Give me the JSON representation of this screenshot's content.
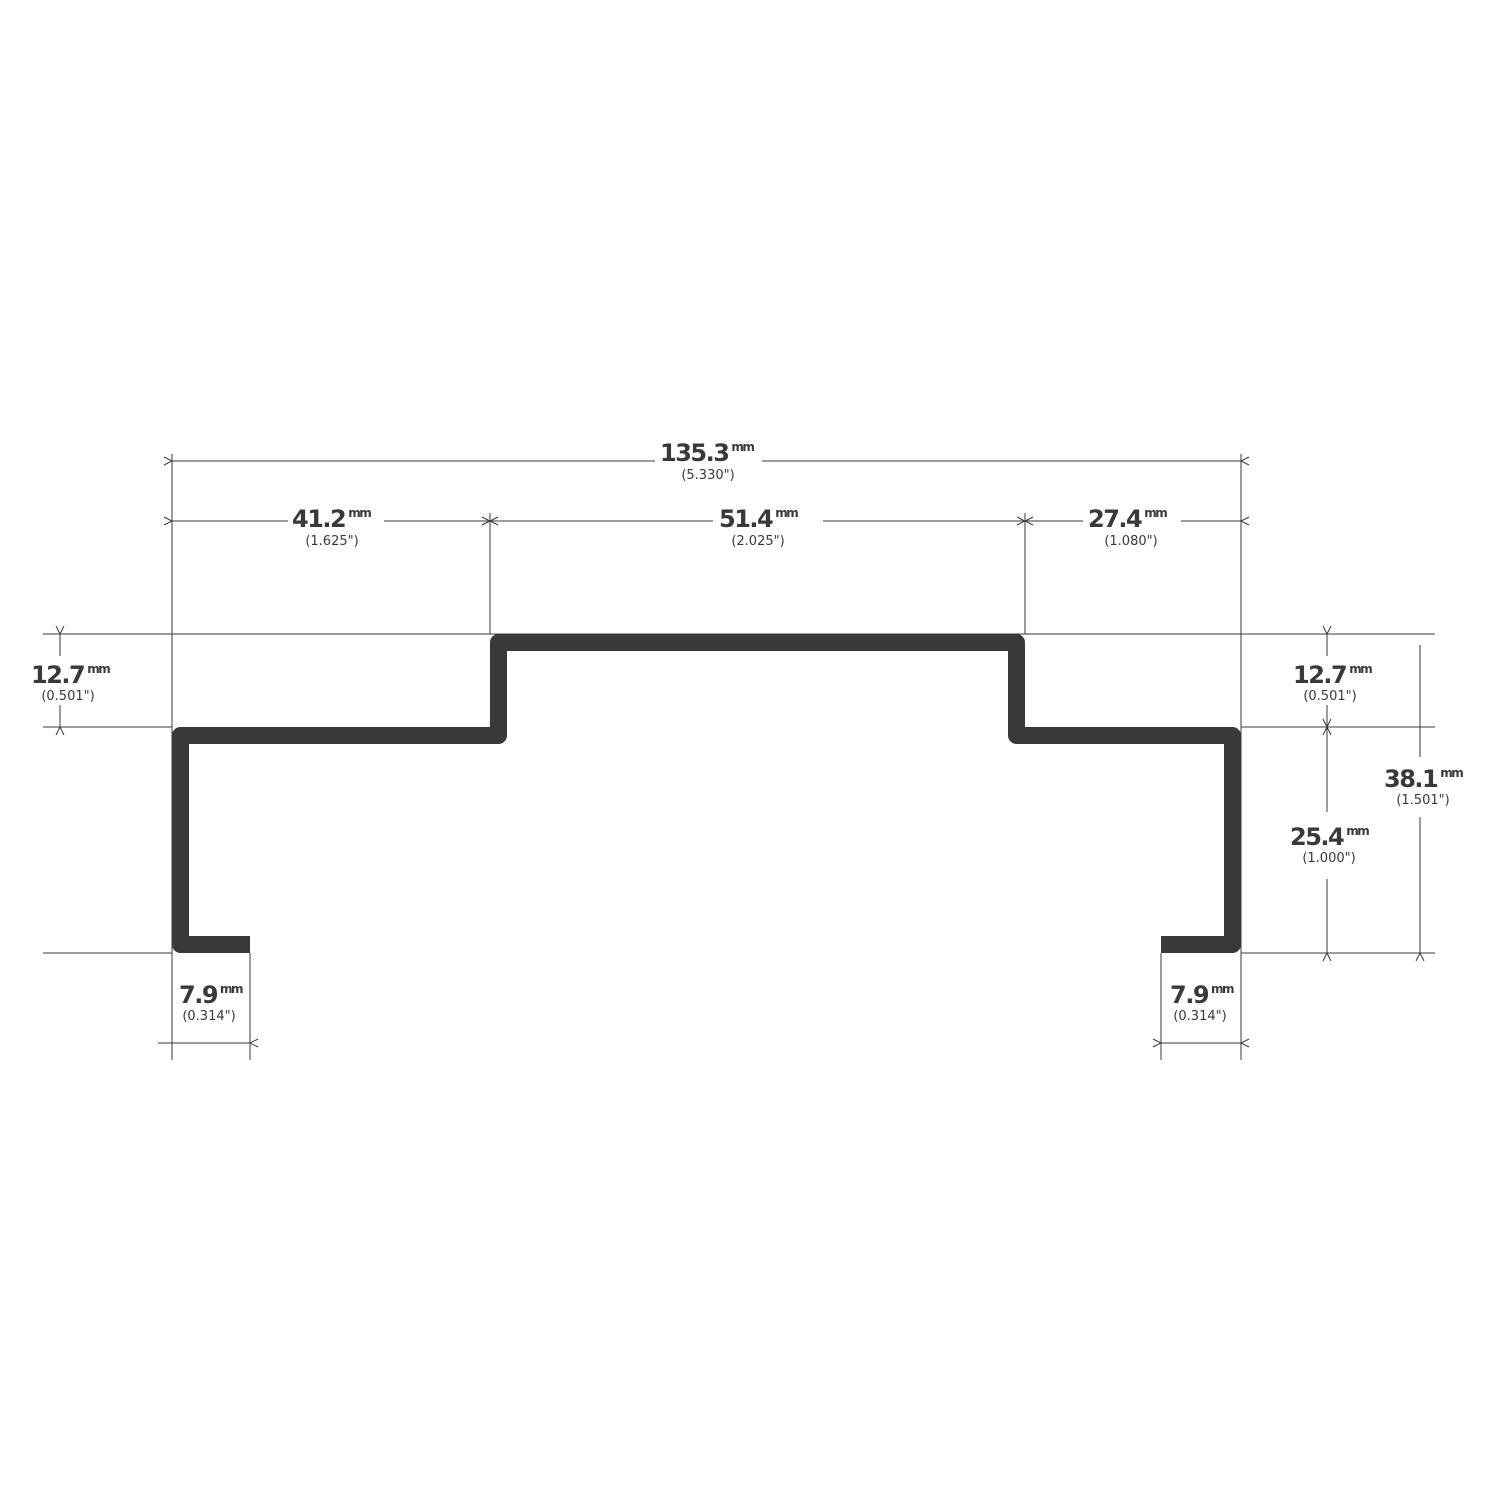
{
  "colors": {
    "line": "#3a3938",
    "background": "#ffffff"
  },
  "unit_label": "mm",
  "dimensions": {
    "overall_width": {
      "mm": "135.3",
      "inch": "(5.330\")"
    },
    "left_step_width": {
      "mm": "41.2",
      "inch": "(1.625\")"
    },
    "center_width": {
      "mm": "51.4",
      "inch": "(2.025\")"
    },
    "right_step_width": {
      "mm": "27.4",
      "inch": "(1.080\")"
    },
    "left_step_height": {
      "mm": "12.7",
      "inch": "(0.501\")"
    },
    "right_step_height": {
      "mm": "12.7",
      "inch": "(0.501\")"
    },
    "side_height": {
      "mm": "25.4",
      "inch": "(1.000\")"
    },
    "overall_height": {
      "mm": "38.1",
      "inch": "(1.501\")"
    },
    "left_foot_width": {
      "mm": "7.9",
      "inch": "(0.314\")"
    },
    "right_foot_width": {
      "mm": "7.9",
      "inch": "(0.314\")"
    }
  }
}
